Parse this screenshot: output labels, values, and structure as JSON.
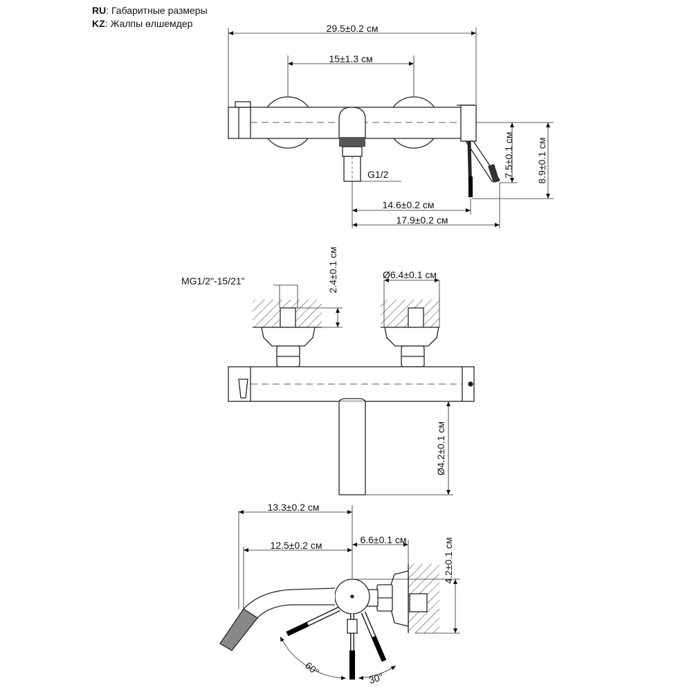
{
  "legend": {
    "ru_code": "RU",
    "ru_text": ": Габаритные размеры",
    "kz_code": "KZ",
    "kz_text": ": Жалпы өлшемдер"
  },
  "top_view": {
    "overall_width": "29.5±0.2 см",
    "inlet_spacing": "15±1.3 см",
    "thread": "G1/2",
    "spout_to_handle": "14.6±0.2 см",
    "spout_to_handle_end": "17.9±0.2 см",
    "handle_height": "7.5±0.1 см",
    "total_height": "8.9±0.1 см"
  },
  "front_view": {
    "eccentric_thread": "MG1/2\"-15/21\"",
    "eccentric_depth": "2.4±0.1 см",
    "flange_diameter": "Ø6.4±0.1 см",
    "spout_diameter": "Ø4.2±0.1 см"
  },
  "side_view": {
    "spout_reach": "13.3±0.2 см",
    "spout_reach_inner": "12.5±0.2 см",
    "body_to_wall": "6.6±0.1 см",
    "wall_height": "4.2±0.1 см",
    "angle_left": "60°",
    "angle_right": "30°"
  }
}
